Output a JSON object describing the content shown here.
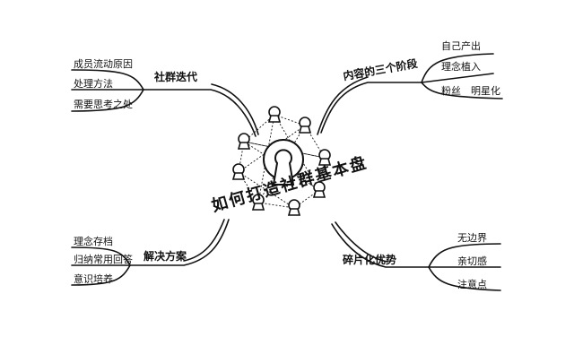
{
  "title": "如何打造社群基本盘",
  "branches": {
    "top_left": {
      "label": "社群迭代",
      "leaves": [
        "成员流动原因",
        "处理方法",
        "需要思考之处"
      ]
    },
    "top_right": {
      "label": "内容的三个阶段",
      "leaves": [
        "自己产出",
        "理念植入",
        "粉丝　明星化"
      ]
    },
    "bottom_left": {
      "label": "解决方案",
      "leaves": [
        "理念存档",
        "归纳常用回答",
        "意识培养"
      ]
    },
    "bottom_right": {
      "label": "碎片化优势",
      "leaves": [
        "无边界",
        "亲切感",
        "注意点"
      ]
    }
  },
  "colors": {
    "ink": "#111111",
    "background": "#ffffff"
  },
  "icons": [
    "keyhole-icon",
    "person-node-icon"
  ]
}
